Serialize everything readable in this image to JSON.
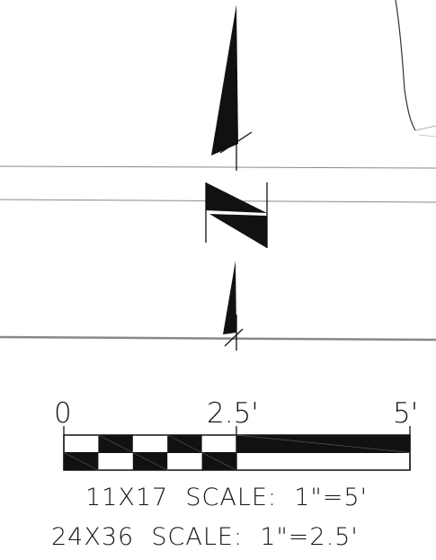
{
  "scale_bar": {
    "tick_labels": [
      "0",
      "2.5'",
      "5'"
    ]
  },
  "notes": {
    "line1": "11X17  SCALE:  1\"=5'",
    "line2": "24X36  SCALE:  1\"=2.5'"
  },
  "colors": {
    "ink": "#111111",
    "light_line": "#8a8a8a",
    "background": "#ffffff"
  }
}
